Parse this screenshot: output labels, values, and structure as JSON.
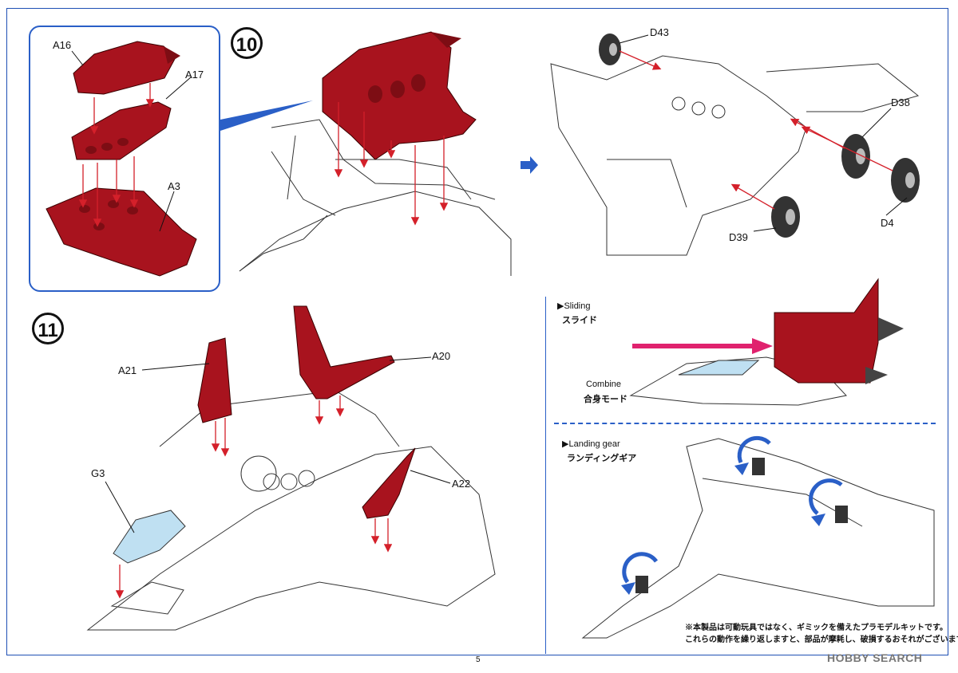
{
  "step10": {
    "number": "10",
    "inset_labels": {
      "a16": "A16",
      "a17": "A17",
      "a3": "A3"
    }
  },
  "step11": {
    "number": "11",
    "labels": {
      "a21": "A21",
      "a20": "A20",
      "g3": "G3",
      "a22": "A22"
    }
  },
  "wheels": {
    "d43": "D43",
    "d38": "D38",
    "d39": "D39",
    "d4": "D4"
  },
  "sliding": {
    "title": "Sliding",
    "jp": "スライド"
  },
  "combine": {
    "title": "Combine",
    "jp": "合身モード"
  },
  "landing": {
    "title": "Landing gear",
    "jp": "ランディングギア"
  },
  "disclaimer": {
    "line1": "※本製品は可動玩具ではなく、ギミックを備えたプラモデルキットです。",
    "line2": "これらの動作を繰り返しますと、部品が摩耗し、破損するおそれがございます"
  },
  "page_number": "5",
  "brand": "HOBBY SEARCH",
  "colors": {
    "part_red": "#a8131e",
    "accent_blue": "#2a5fc7",
    "slide_arrow": "#e0226e",
    "canopy": "#bfe0f2"
  }
}
